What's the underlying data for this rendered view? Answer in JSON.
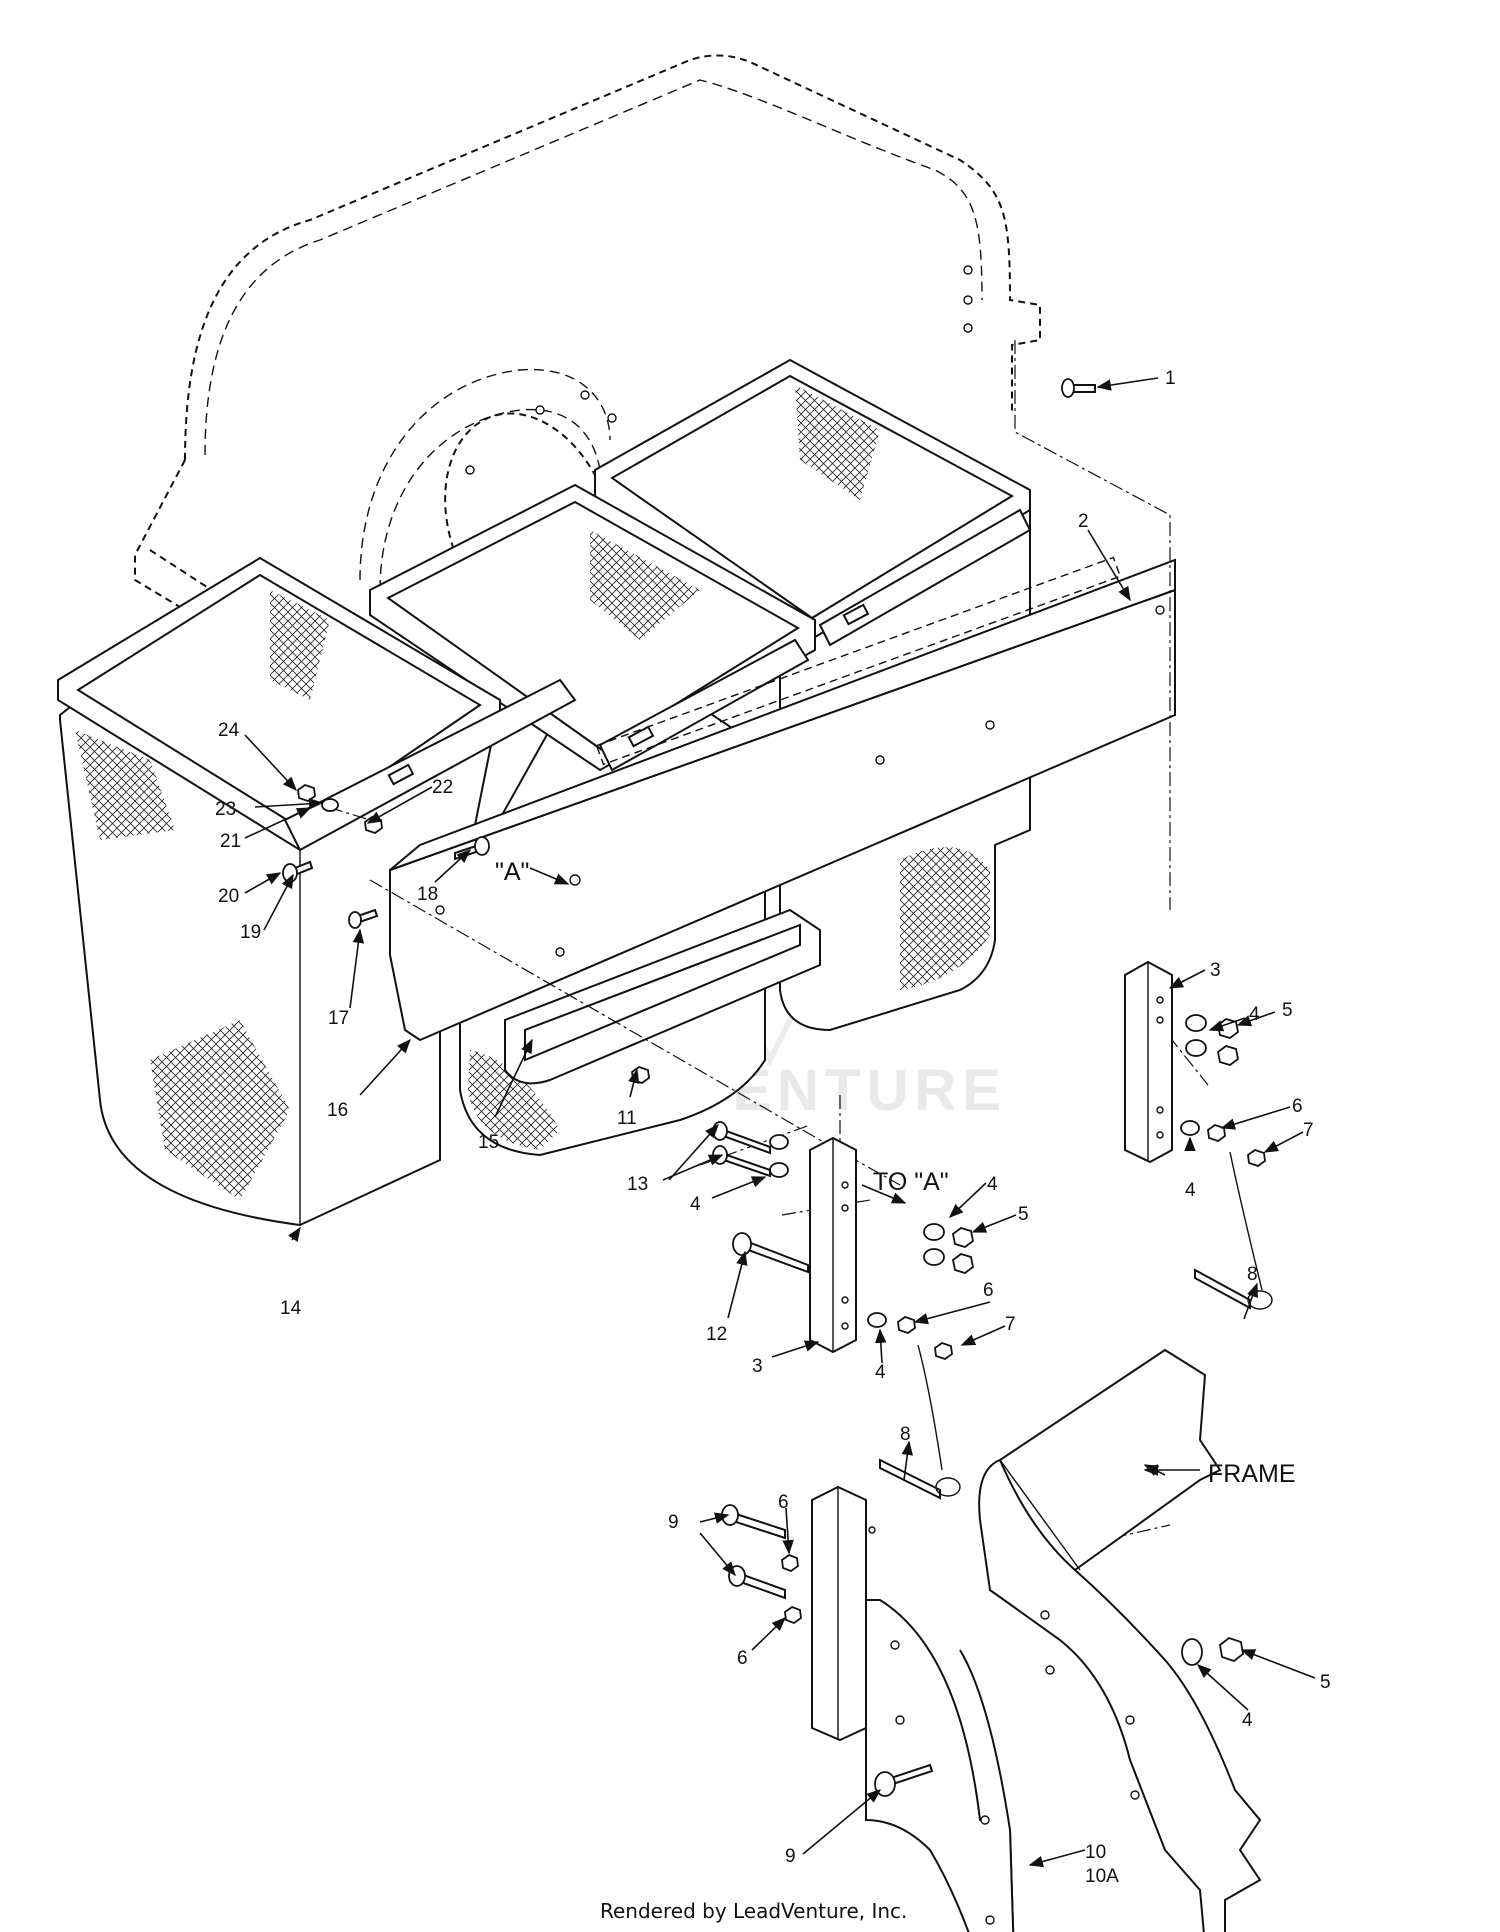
{
  "diagram": {
    "callouts": [
      {
        "id": "c1",
        "text": "1"
      },
      {
        "id": "c2",
        "text": "2"
      },
      {
        "id": "c3a",
        "text": "3"
      },
      {
        "id": "c3b",
        "text": "3"
      },
      {
        "id": "c4a",
        "text": "4"
      },
      {
        "id": "c4b",
        "text": "4"
      },
      {
        "id": "c4c",
        "text": "4"
      },
      {
        "id": "c4d",
        "text": "4"
      },
      {
        "id": "c4e",
        "text": "4"
      },
      {
        "id": "c4f",
        "text": "4"
      },
      {
        "id": "c5a",
        "text": "5"
      },
      {
        "id": "c5b",
        "text": "5"
      },
      {
        "id": "c5c",
        "text": "5"
      },
      {
        "id": "c6a",
        "text": "6"
      },
      {
        "id": "c6b",
        "text": "6"
      },
      {
        "id": "c6c",
        "text": "6"
      },
      {
        "id": "c6d",
        "text": "6"
      },
      {
        "id": "c7a",
        "text": "7"
      },
      {
        "id": "c7b",
        "text": "7"
      },
      {
        "id": "c8a",
        "text": "8"
      },
      {
        "id": "c8b",
        "text": "8"
      },
      {
        "id": "c9a",
        "text": "9"
      },
      {
        "id": "c9b",
        "text": "9"
      },
      {
        "id": "c10",
        "text": "10"
      },
      {
        "id": "c10a",
        "text": "10A"
      },
      {
        "id": "c11",
        "text": "11"
      },
      {
        "id": "c12",
        "text": "12"
      },
      {
        "id": "c13",
        "text": "13"
      },
      {
        "id": "c14",
        "text": "14"
      },
      {
        "id": "c15",
        "text": "15"
      },
      {
        "id": "c16",
        "text": "16"
      },
      {
        "id": "c17",
        "text": "17"
      },
      {
        "id": "c18",
        "text": "18"
      },
      {
        "id": "c19",
        "text": "19"
      },
      {
        "id": "c20",
        "text": "20"
      },
      {
        "id": "c21",
        "text": "21"
      },
      {
        "id": "c22",
        "text": "22"
      },
      {
        "id": "c23",
        "text": "23"
      },
      {
        "id": "c24",
        "text": "24"
      }
    ],
    "ref_label_a": "\"A\"",
    "ref_label_to_a": "TO \"A\"",
    "frame_label": "FRAME",
    "watermark": "ADVENTURE",
    "footer": "Rendered by LeadVenture, Inc."
  }
}
